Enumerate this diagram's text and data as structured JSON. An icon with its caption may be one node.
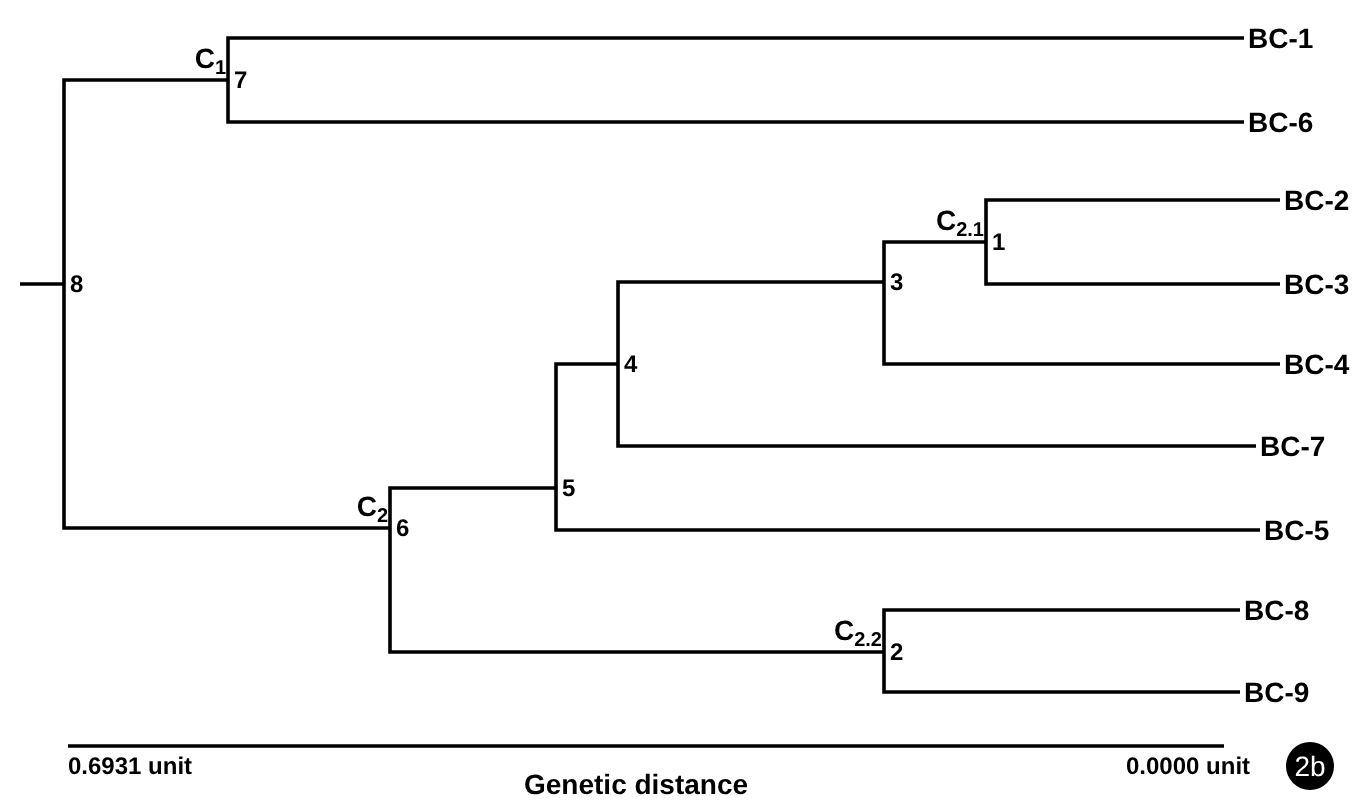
{
  "diagram": {
    "nodes": [
      {
        "text": [
          "8"
        ]
      },
      {
        "text": [
          "7"
        ],
        "beside": [
          "C$_{1}$"
        ]
      },
      {
        "text": [
          "BC-1"
        ]
      },
      {
        "text": [
          "BC-6"
        ]
      },
      {
        "text": [
          "6"
        ],
        "beside": [
          "C$_{2}$"
        ]
      },
      {
        "text": [
          "5"
        ]
      },
      {
        "text": [
          "4"
        ]
      },
      {
        "text": [
          "3"
        ]
      },
      {
        "text": [
          "1"
        ],
        "beside": [
          "C$_{2.1}$"
        ]
      },
      {
        "text": [
          "BC-2"
        ]
      },
      {
        "text": [
          "BC-3"
        ]
      },
      {
        "text": [
          "BC-4"
        ]
      },
      {
        "text": [
          "BC-7"
        ]
      },
      {
        "text": [
          "BC-5"
        ]
      },
      {
        "text": [
          "2"
        ],
        "beside": [
          "C$_{2.2}$"
        ]
      },
      {
        "text": [
          "BC-8"
        ]
      },
      {
        "text": [
          "BC-9"
        ]
      }
    ],
    "edges": [
      {
        "from": null,
        "to": 0,
        "arrow": "none"
      },
      {
        "from": 0,
        "to": 1,
        "arrow": "none"
      },
      {
        "from": 0,
        "to": 4,
        "arrow": "none"
      },
      {
        "from": 1,
        "to": 2,
        "arrow": "none"
      },
      {
        "from": 1,
        "to": 3,
        "arrow": "none"
      },
      {
        "from": 4,
        "to": 5,
        "arrow": "none"
      },
      {
        "from": 4,
        "to": 14,
        "arrow": "none"
      },
      {
        "from": 5,
        "to": 6,
        "arrow": "none"
      },
      {
        "from": 5,
        "to": 13,
        "arrow": "none"
      },
      {
        "from": 6,
        "to": 7,
        "arrow": "none"
      },
      {
        "from": 6,
        "to": 12,
        "arrow": "none"
      },
      {
        "from": 7,
        "to": 8,
        "arrow": "none"
      },
      {
        "from": 7,
        "to": 11,
        "arrow": "none"
      },
      {
        "from": 8,
        "to": 9,
        "arrow": "none"
      },
      {
        "from": 8,
        "to": 10,
        "arrow": "none"
      },
      {
        "from": 14,
        "to": 15,
        "arrow": "none"
      },
      {
        "from": 14,
        "to": 16,
        "arrow": "none"
      }
    ],
    "labels": [
      "0.6931 unit",
      "Genetic distance",
      "0.0000 unit",
      "2b"
    ]
  }
}
